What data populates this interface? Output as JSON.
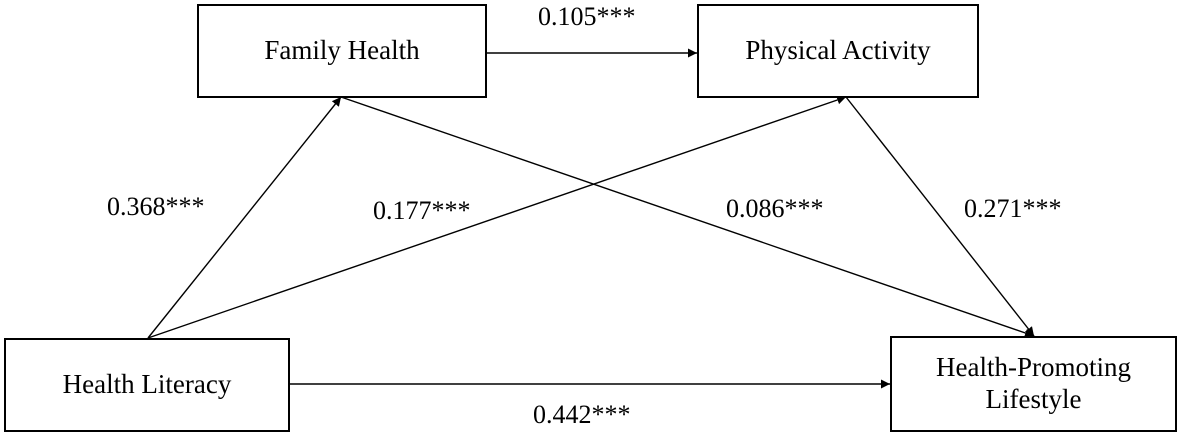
{
  "nodes": {
    "family_health": "Family  Health",
    "physical_activity": "Physical Activity",
    "health_literacy": "Health Literacy",
    "health_promoting_lifestyle": "Health-Promoting\nLifestyle"
  },
  "paths": {
    "family_to_physical": "0.105***",
    "literacy_to_family": "0.368***",
    "literacy_to_physical": "0.177***",
    "family_to_lifestyle": "0.086***",
    "physical_to_lifestyle": "0.271***",
    "literacy_to_lifestyle": "0.442***"
  },
  "colors": {
    "line": "#000000",
    "box_border": "#000000",
    "background": "#ffffff"
  }
}
